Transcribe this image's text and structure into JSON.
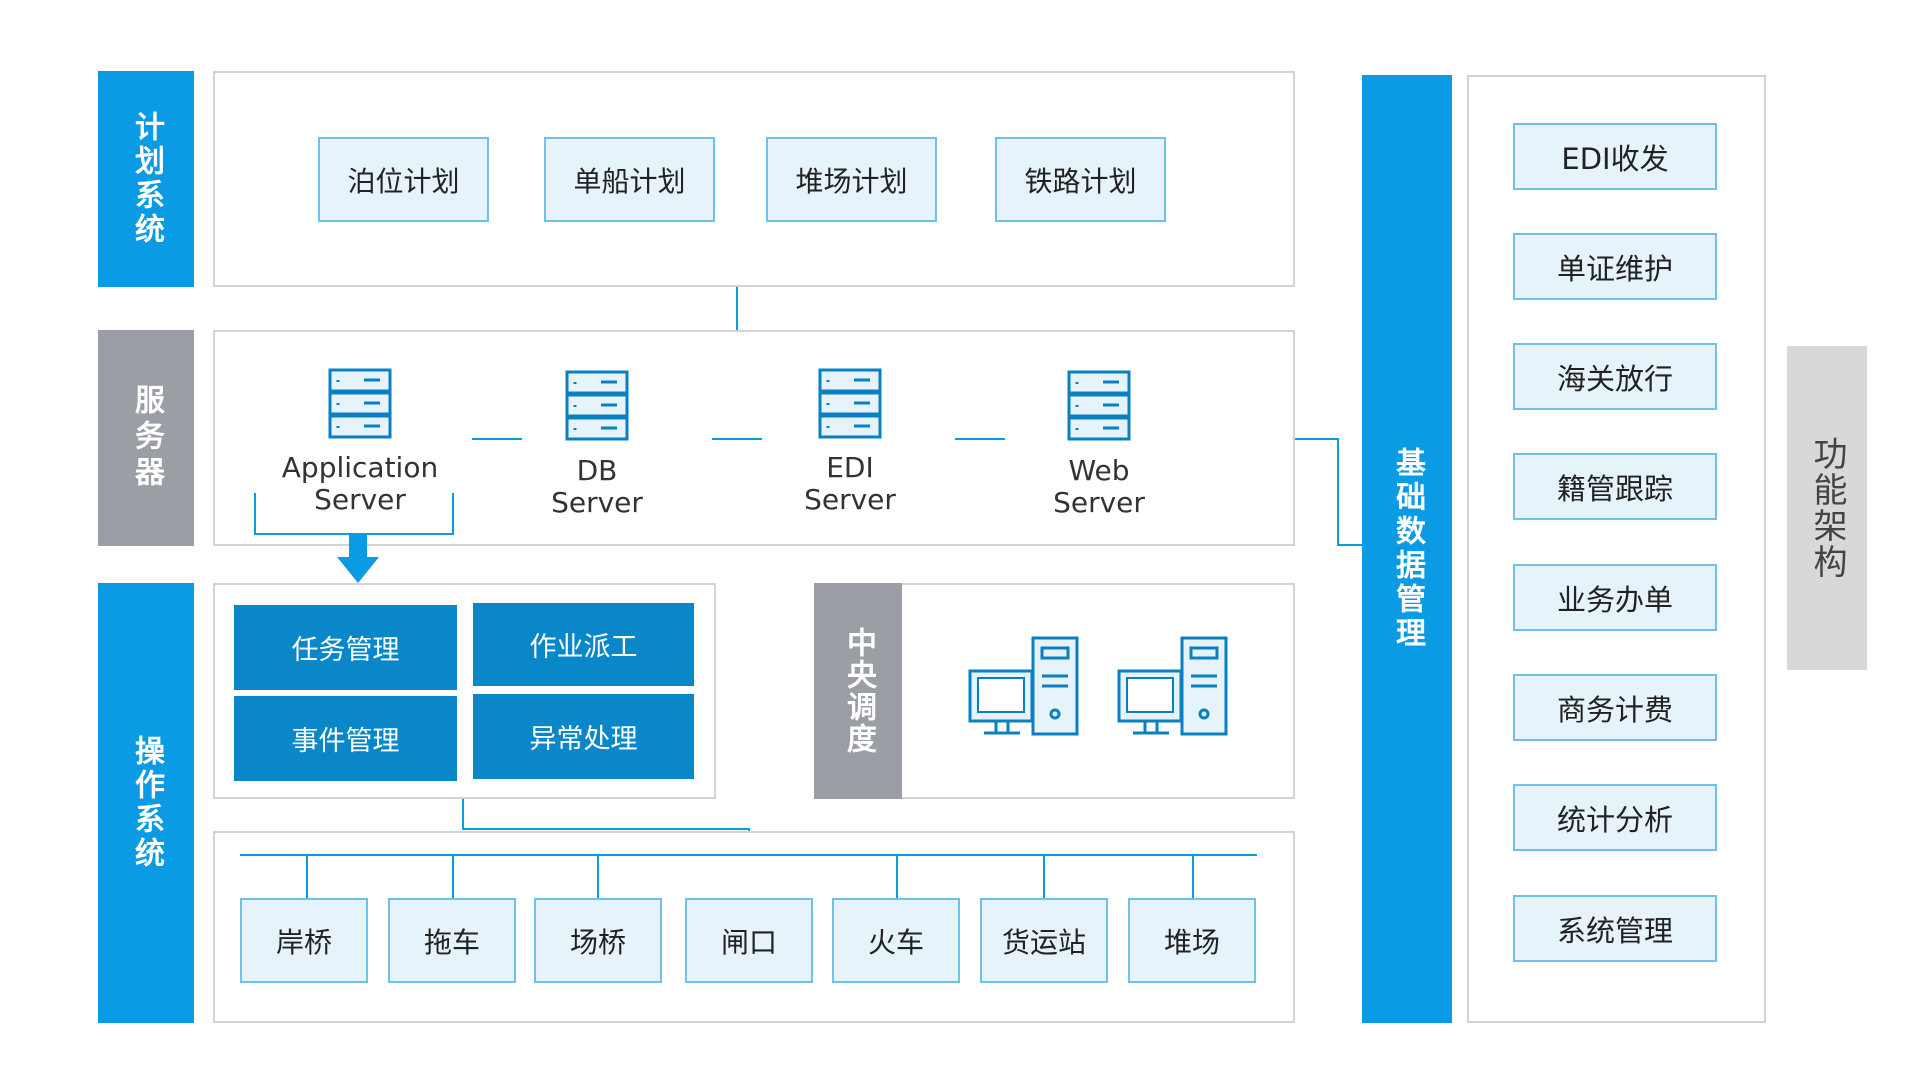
{
  "sections": {
    "plan": "计划系统",
    "server": "服务器",
    "operation": "操作系统",
    "central": "中央调度",
    "basic": "基础数据管理",
    "function": "功能架构"
  },
  "plan_items": [
    "泊位计划",
    "单船计划",
    "堆场计划",
    "铁路计划"
  ],
  "servers": [
    {
      "line1": "Application",
      "line2": "Server"
    },
    {
      "line1": "DB",
      "line2": "Server"
    },
    {
      "line1": "EDI",
      "line2": "Server"
    },
    {
      "line1": "Web",
      "line2": "Server"
    }
  ],
  "operation_items": [
    "任务管理",
    "作业派工",
    "事件管理",
    "异常处理"
  ],
  "devices": [
    "岸桥",
    "拖车",
    "场桥",
    "闸口",
    "火车",
    "货运站",
    "堆场"
  ],
  "basic_items": [
    "EDI收发",
    "单证维护",
    "海关放行",
    "籍管跟踪",
    "业务办单",
    "商务计费",
    "统计分析",
    "系统管理"
  ],
  "colors": {
    "accent": "#0a9be4",
    "dark_accent": "#0a87c8",
    "gray": "#9b9ea4",
    "light_box": "#e6f3fb"
  }
}
